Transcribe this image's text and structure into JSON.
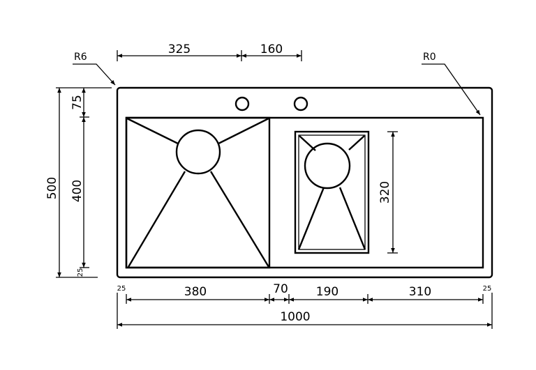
{
  "title": "Sink technical drawing",
  "labels": {
    "radius_left": "R6",
    "radius_right": "R0",
    "top_dim_1": "325",
    "top_dim_2": "160",
    "height_total": "500",
    "height_top": "75",
    "height_bowl": "400",
    "height_bottom_margin": "25",
    "small_bowl_height": "320",
    "bottom_margin_left": "25",
    "bottom_margin_right": "25",
    "width_bowl_large": "380",
    "width_gap": "70",
    "width_bowl_small": "190",
    "width_drainboard": "310",
    "width_total": "1000"
  },
  "colors": {
    "line": "#000000",
    "background": "#ffffff"
  }
}
